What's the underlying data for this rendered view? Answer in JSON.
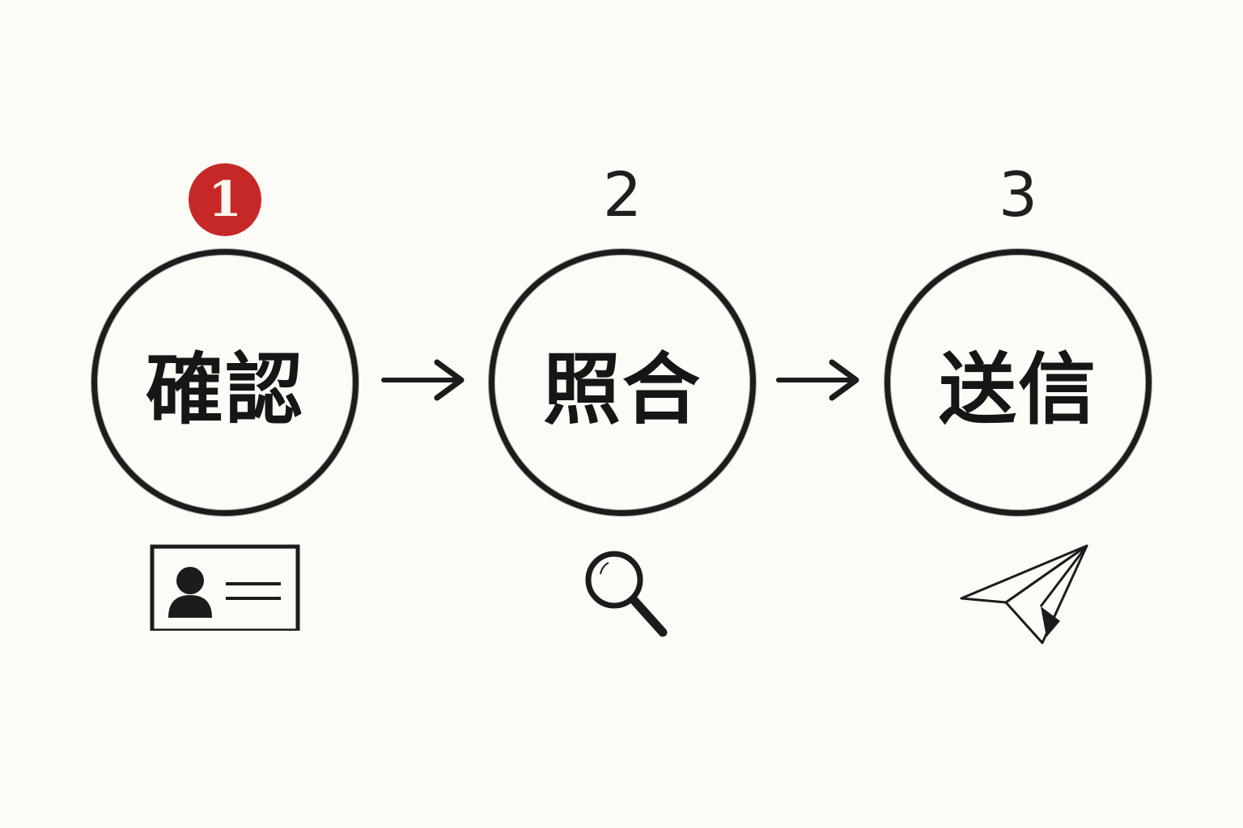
{
  "steps": [
    {
      "number": "1",
      "label": "確認",
      "icon": "id-card-icon",
      "active": true
    },
    {
      "number": "2",
      "label": "照合",
      "icon": "magnifier-icon",
      "active": false
    },
    {
      "number": "3",
      "label": "送信",
      "icon": "paper-plane-icon",
      "active": false
    }
  ],
  "colors": {
    "background": "#fcfbf5",
    "ink": "#1a1a1a",
    "active_badge": "#c62828"
  }
}
